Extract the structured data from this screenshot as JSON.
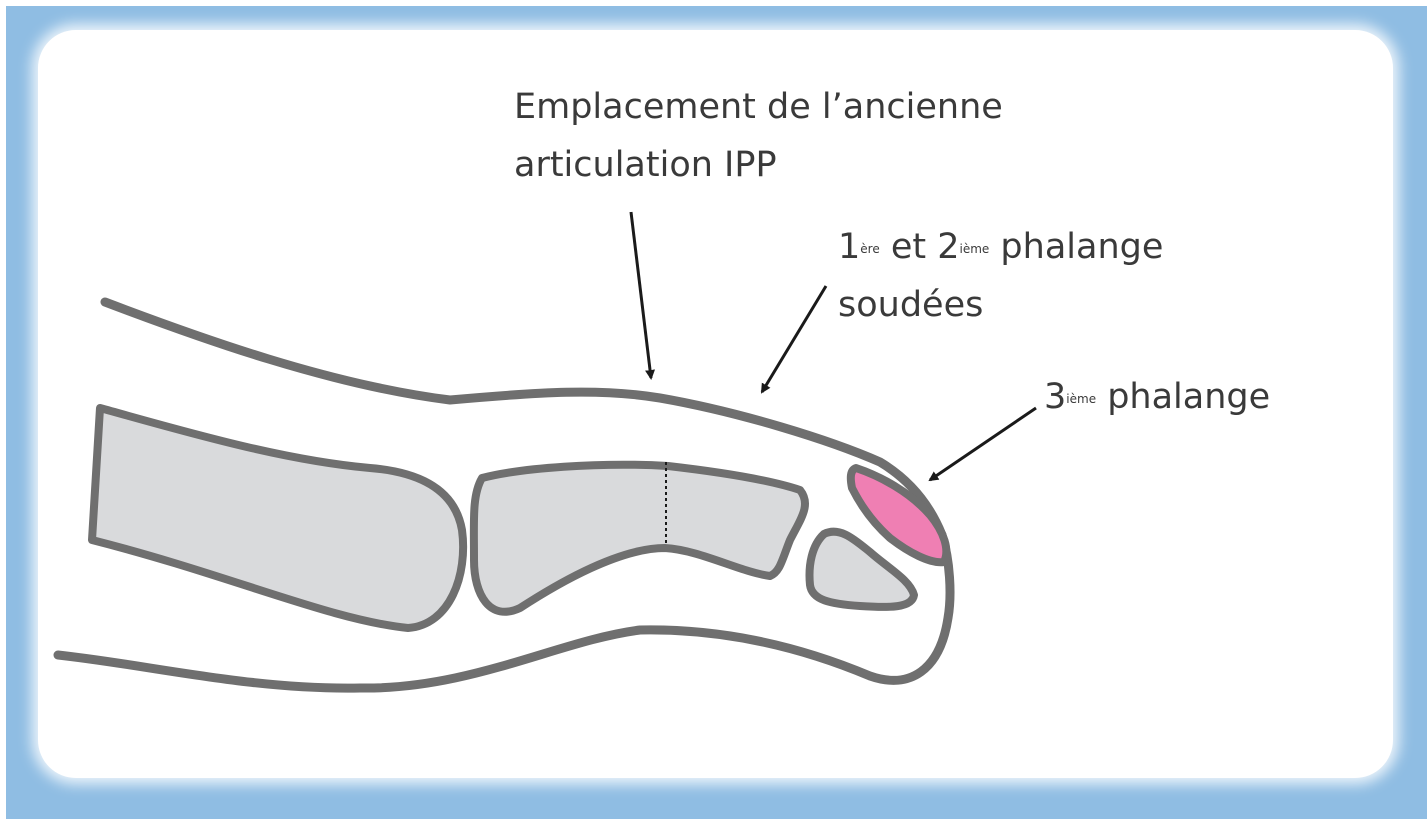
{
  "labels": {
    "ipp_line1": "Emplacement de l’ancienne",
    "ipp_line2": "articulation IPP",
    "fused_num1": "1",
    "fused_sup1": "ère",
    "fused_mid": " et 2",
    "fused_sup2": "ième",
    "fused_rest": " phalange",
    "fused_line2": "soudées",
    "third_num": "3",
    "third_sup": "ième",
    "third_rest": " phalange"
  },
  "colors": {
    "frame": "#8fbde3",
    "outline": "#6f6f6f",
    "bone_fill": "#d9dadc",
    "nail_fill": "#ef7fb3",
    "text": "#3a3a3a"
  }
}
